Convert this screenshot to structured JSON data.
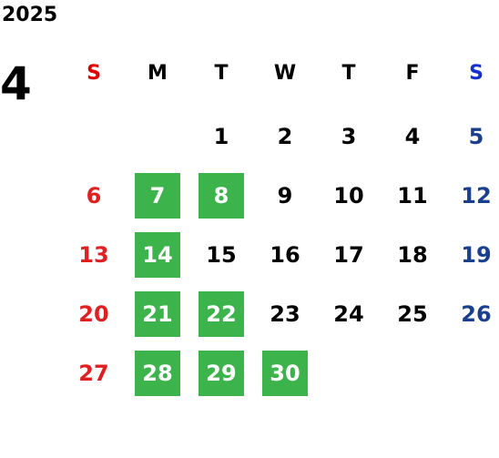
{
  "year": "2025",
  "month": "4",
  "colors": {
    "sunday_header": "#e00000",
    "saturday_header": "#1432d2",
    "sunday": "#e02020",
    "saturday": "#1a3f8f",
    "weekday": "#000000",
    "highlight_bg": "#3cb44b",
    "highlight_text": "#ffffff"
  },
  "weekdays": [
    "S",
    "M",
    "T",
    "W",
    "T",
    "F",
    "S"
  ],
  "weeks": [
    [
      "",
      "",
      "1",
      "2",
      "3",
      "4",
      "5"
    ],
    [
      "6",
      "7",
      "8",
      "9",
      "10",
      "11",
      "12"
    ],
    [
      "13",
      "14",
      "15",
      "16",
      "17",
      "18",
      "19"
    ],
    [
      "20",
      "21",
      "22",
      "23",
      "24",
      "25",
      "26"
    ],
    [
      "27",
      "28",
      "29",
      "30",
      "",
      "",
      ""
    ]
  ],
  "highlighted_days": [
    "7",
    "8",
    "14",
    "21",
    "22",
    "28",
    "29",
    "30"
  ]
}
